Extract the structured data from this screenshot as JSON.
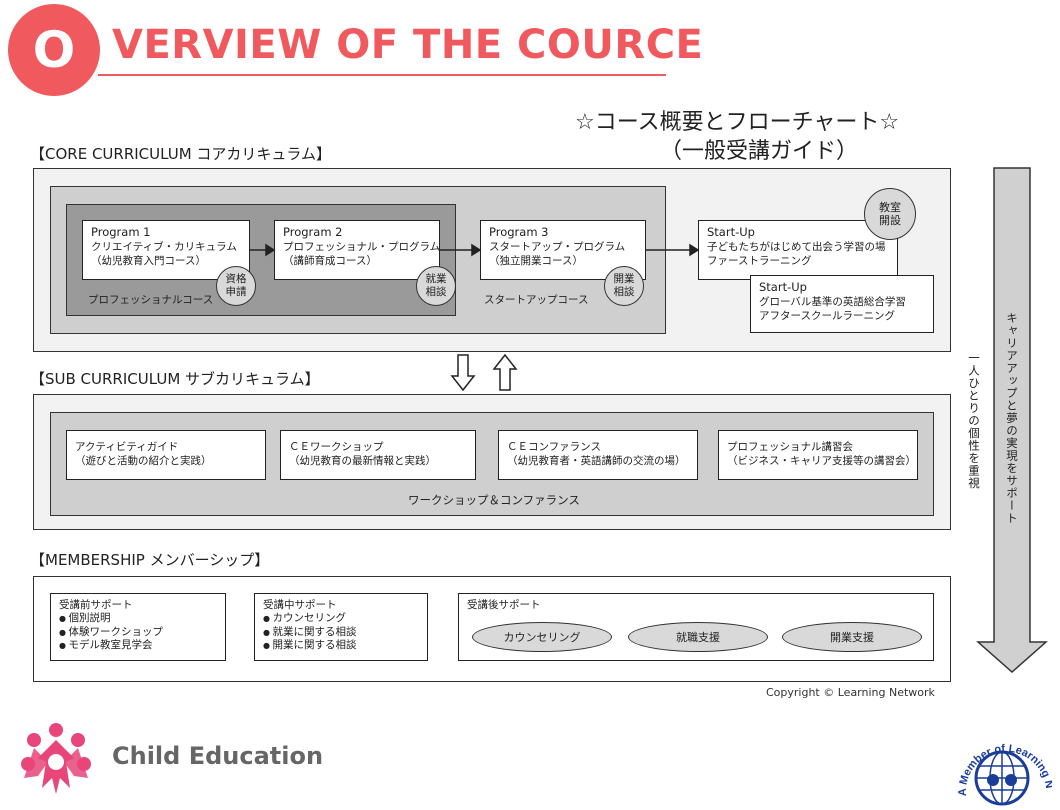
{
  "header": {
    "badge_letter": "O",
    "title": "VERVIEW OF THE COURCE",
    "accent_color": "#f05a5f"
  },
  "guide": {
    "line1": "☆コース概要とフローチャート☆",
    "line2": "（一般受講ガイド）"
  },
  "core": {
    "label": "【CORE CURRICULUM コアカリキュラム】",
    "program1": {
      "title": "Program 1",
      "line1": "クリエイティブ・カリキュラム",
      "line2": "（幼児教育入門コース）"
    },
    "program2": {
      "title": "Program 2",
      "line1": "プロフェッショナル・プログラム",
      "line2": "（講師育成コース）"
    },
    "program3": {
      "title": "Program 3",
      "line1": "スタートアップ・プログラム",
      "line2": "（独立開業コース）"
    },
    "circle1": "資格\n申請",
    "circle2": "就業\n相談",
    "circle3": "開業\n相談",
    "circle4": "教室\n開設",
    "pro_course": "プロフェッショナルコース",
    "startup_course": "スタートアップコース",
    "startup1": {
      "title": "Start-Up",
      "line1": "子どもたちがはじめて出会う学習の場",
      "line2": "ファーストラーニング"
    },
    "startup2": {
      "title": "Start-Up",
      "line1": "グローバル基準の英語総合学習",
      "line2": "アフタースクールラーニング"
    }
  },
  "sub": {
    "label": "【SUB CURRICULUM サブカリキュラム】",
    "items": [
      {
        "title": "アクティビティガイド",
        "desc": "（遊びと活動の紹介と実践）"
      },
      {
        "title": "ＣＥワークショップ",
        "desc": "（幼児教育の最新情報と実践）"
      },
      {
        "title": "ＣＥコンファランス",
        "desc": "（幼児教育者・英語講師の交流の場）"
      },
      {
        "title": "プロフェッショナル講習会",
        "desc": "（ビジネス・キャリア支援等の講習会）"
      }
    ],
    "footer": "ワークショップ＆コンファランス"
  },
  "membership": {
    "label": "【MEMBERSHIP メンバーシップ】",
    "before": {
      "title": "受講前サポート",
      "items": [
        "個別説明",
        "体験ワークショップ",
        "モデル教室見学会"
      ]
    },
    "during": {
      "title": "受講中サポート",
      "items": [
        "カウンセリング",
        "就業に関する相談",
        "開業に関する相談"
      ]
    },
    "after": {
      "title": "受講後サポート",
      "ovals": [
        "カウンセリング",
        "就職支援",
        "開業支援"
      ]
    }
  },
  "side": {
    "arrow_text": "キャリアアップと夢の実現をサポート",
    "individual_text": "一人ひとりの個性を重視"
  },
  "copyright": "Copyright © Learning Network",
  "footer": {
    "brand": "Child Education",
    "seal_text": "A Member of Learning Network"
  }
}
